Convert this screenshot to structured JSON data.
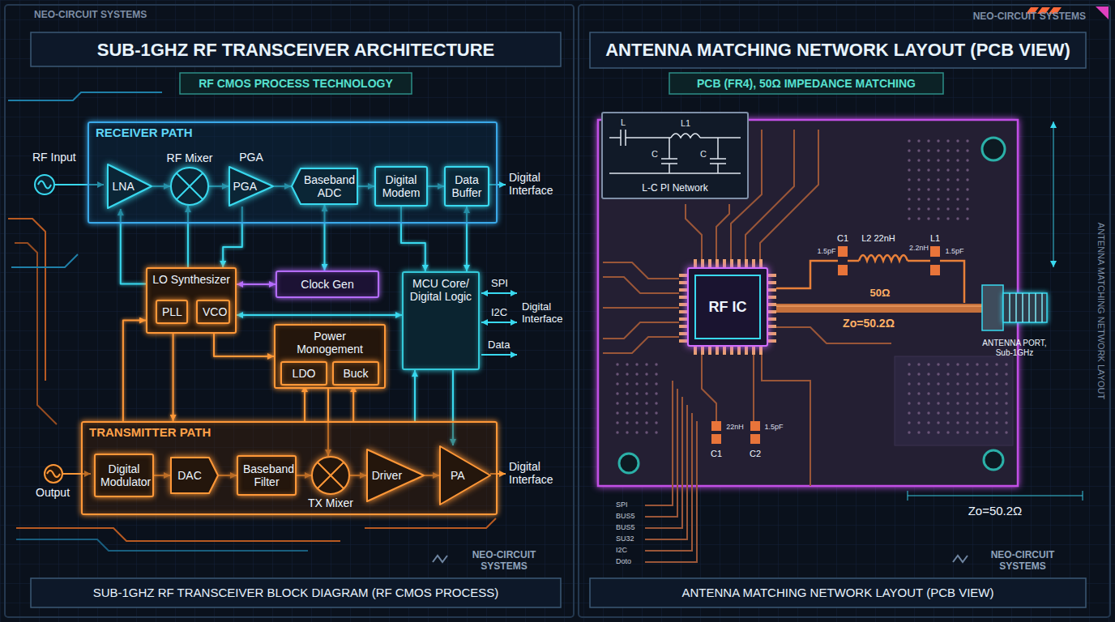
{
  "diagram": {
    "title": "SUB-1GHZ RF TRANSCEIVER ARCHITECTURE",
    "caption": "SUB-1GHZ RF TRANSCEIVER BLOCK DIAGRAM (RF CMOS PROCESS)",
    "nodes": [
      {
        "text": [
          "RECEIVER PATH"
        ]
      },
      {
        "text": [
          "LNA"
        ],
        "in": 0
      },
      {
        "text": [
          "RF Mixer"
        ],
        "in": 0
      },
      {
        "text": [
          "PGA",
          "PGA"
        ],
        "in": 0
      },
      {
        "text": [
          "Baseband ADC"
        ],
        "in": 0
      },
      {
        "text": [
          "Digital Modem"
        ],
        "in": 0
      },
      {
        "text": [
          "Data Buffer"
        ],
        "in": 0
      },
      {
        "text": [
          "LO Synthesizer"
        ]
      },
      {
        "text": [
          "PLL"
        ],
        "in": 7
      },
      {
        "text": [
          "VCO"
        ],
        "in": 7
      },
      {
        "text": [
          "Clock Gen"
        ]
      },
      {
        "text": [
          "MCU Core/ Digital Logic"
        ]
      },
      {
        "text": [
          "Power Monogement"
        ]
      },
      {
        "text": [
          "LDO"
        ],
        "in": 12
      },
      {
        "text": [
          "Buck"
        ],
        "in": 12
      },
      {
        "text": [
          "TRANSMITTER PATH"
        ]
      },
      {
        "text": [
          "Digital Modulator"
        ],
        "in": 15
      },
      {
        "text": [
          "DAC"
        ],
        "in": 15
      },
      {
        "text": [
          "Baseband Filter"
        ],
        "in": 15
      },
      {
        "text": [
          "TX Mixer"
        ],
        "in": 15
      },
      {
        "text": [
          "Driver"
        ],
        "in": 15
      },
      {
        "text": [
          "PA"
        ],
        "in": 15
      },
      {
        "text": [
          "L-C PI Network"
        ]
      },
      {
        "text": [
          "RF IC"
        ]
      }
    ],
    "edges": [
      {
        "from": 1,
        "to": 2,
        "arrow": "to"
      },
      {
        "from": 2,
        "to": 3,
        "arrow": "to"
      },
      {
        "from": 3,
        "to": 4,
        "arrow": "to"
      },
      {
        "from": 4,
        "to": 5,
        "arrow": "to"
      },
      {
        "from": 5,
        "to": 6,
        "arrow": "to"
      },
      {
        "from": 7,
        "to": 1,
        "arrow": "to"
      },
      {
        "from": 7,
        "to": 2,
        "arrow": "to"
      },
      {
        "from": 3,
        "to": 7,
        "arrow": "to"
      },
      {
        "from": 7,
        "to": 10,
        "arrow": "both"
      },
      {
        "from": 4,
        "to": 10,
        "arrow": "both"
      },
      {
        "from": 5,
        "to": 11,
        "arrow": "to"
      },
      {
        "from": 6,
        "to": 11,
        "arrow": "both"
      },
      {
        "from": 7,
        "to": 11,
        "arrow": "both"
      },
      {
        "from": 7,
        "to": 12,
        "arrow": "to"
      },
      {
        "from": 12,
        "to": 19,
        "arrow": "to"
      },
      {
        "from": 15,
        "to": 7,
        "arrow": "to"
      },
      {
        "from": 7,
        "to": 15,
        "arrow": "to"
      },
      {
        "from": 11,
        "to": 21,
        "arrow": "to"
      },
      {
        "from": 15,
        "to": 13,
        "arrow": "to"
      },
      {
        "from": 15,
        "to": 14,
        "arrow": "to"
      },
      {
        "from": 15,
        "to": 11,
        "arrow": "to"
      },
      {
        "from": 16,
        "to": 17,
        "arrow": "to"
      },
      {
        "from": 17,
        "to": 18,
        "arrow": "to"
      },
      {
        "from": 18,
        "to": 19,
        "arrow": "to"
      },
      {
        "from": 19,
        "to": 20,
        "arrow": "to"
      },
      {
        "from": 20,
        "to": 21,
        "arrow": "to"
      }
    ],
    "labels": [
      "NEO-CIRCUIT SYSTEMS",
      "NEO-CIRCUIT SYSTEMS",
      "RF CMOS PROCESS TECHNOLOGY",
      "RF Input",
      "Digital Interface",
      "SPI",
      "I2C",
      "Digital Interface",
      "Data",
      "Output",
      "Digital Interface",
      "NEO-CIRCUIT SYSTEMS",
      "ANTENNA MATCHING NETWORK LAYOUT (PCB VIEW)",
      "PCB (FR4), 50Ω IMPEDANCE MATCHING",
      "L",
      "L1",
      "C",
      "C",
      "C1",
      "L2 22nH",
      "L1",
      "1.5pF",
      "2.2nH",
      "1.5pF",
      "50Ω",
      "Zo=50.2Ω",
      "ANTENNA PORT, Sub-1GHz",
      "22nH",
      "1.5pF",
      "C1",
      "C2",
      "Zo=50.2Ω",
      "SPI",
      "BUS5",
      "BUS5",
      "SU32",
      "I2C",
      "Doto",
      "ANTENNA MATCHING NETWORK LAYOUT",
      "NEO-CIRCUIT SYSTEMS",
      "ANTENNA MATCHING NETWORK LAYOUT (PCB VIEW)"
    ]
  }
}
